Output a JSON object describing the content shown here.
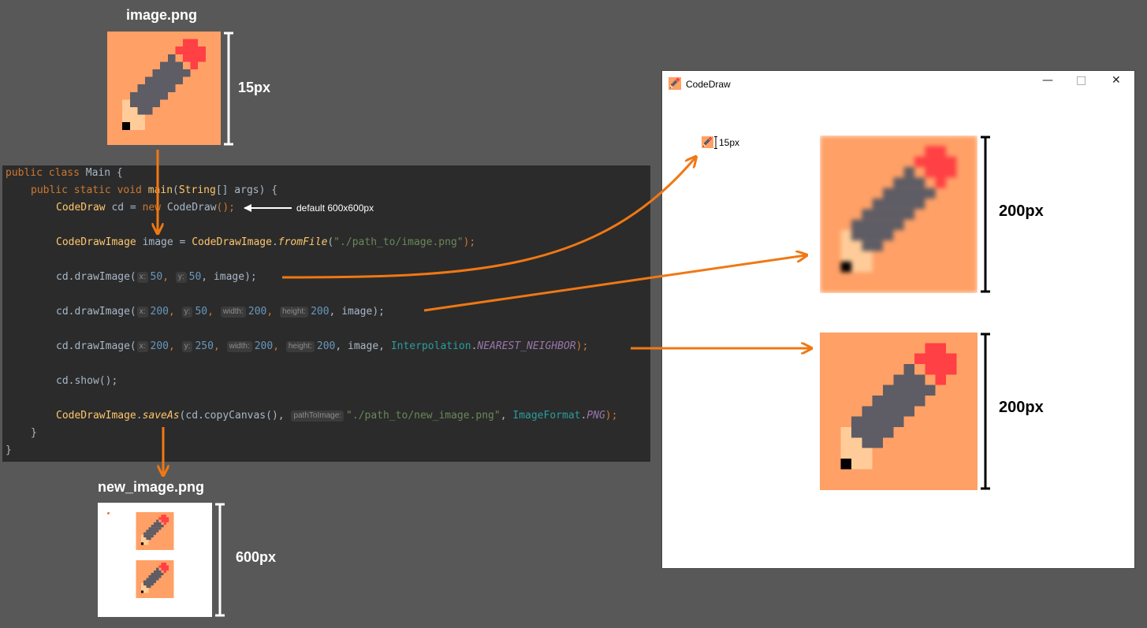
{
  "top_image": {
    "filename": "image.png",
    "size_label": "15px"
  },
  "bottom_image": {
    "filename": "new_image.png",
    "size_label": "600px"
  },
  "annotation": {
    "default_text": "default 600x600px"
  },
  "window": {
    "title": "CodeDraw",
    "controls": {
      "minimize": "—",
      "maximize": "□",
      "close": "✕"
    },
    "small_label": "15px",
    "scaled1_label": "200px",
    "scaled2_label": "200px"
  },
  "code": {
    "l1": {
      "kw1": "public class ",
      "name": "Main",
      "rest": " {"
    },
    "l2": {
      "kw": "public static void ",
      "name": "main",
      "rest": "(",
      "type": "String",
      "rest2": "[] args) {"
    },
    "l3": {
      "t1": "CodeDraw",
      "t2": " cd = ",
      "kw": "new ",
      "t3": "CodeDraw",
      "t4": "();"
    },
    "l4": {
      "t1": "CodeDrawImage",
      "t2": " image = ",
      "t3": "CodeDrawImage",
      "t4": ".",
      "m": "fromFile",
      "t5": "(",
      "s": "\"./path_to/image.png\"",
      "t6": ");"
    },
    "l5": {
      "t1": "cd.drawImage(",
      "h1": "x:",
      "n1": "50",
      "c1": ",",
      "h2": "y:",
      "n2": "50",
      "t2": ", image);"
    },
    "l6": {
      "t1": "cd.drawImage(",
      "h1": "x:",
      "n1": "200",
      "c1": ",",
      "h2": "y:",
      "n2": "50",
      "c2": ",",
      "h3": "width:",
      "n3": "200",
      "c3": ",",
      "h4": "height:",
      "n4": "200",
      "t2": ", image);"
    },
    "l7": {
      "t1": "cd.drawImage(",
      "h1": "x:",
      "n1": "200",
      "c1": ",",
      "h2": "y:",
      "n2": "250",
      "c2": ",",
      "h3": "width:",
      "n3": "200",
      "c3": ",",
      "h4": "height:",
      "n4": "200",
      "t2": ", image, ",
      "cls": "Interpolation",
      "dot": ".",
      "st": "NEAREST_NEIGHBOR",
      "t3": ");"
    },
    "l8": {
      "t1": "cd.show();"
    },
    "l9": {
      "t1": "CodeDrawImage",
      "t2": ".",
      "m": "saveAs",
      "t3": "(cd.copyCanvas(),",
      "h1": "pathToImage:",
      "s": "\"./path_to/new_image.png\"",
      "t4": ", ",
      "cls": "ImageFormat",
      "dot": ".",
      "st": "PNG",
      "t5": ");"
    },
    "l10": "}",
    "l11": "}"
  },
  "colors": {
    "arrow": "#f07814",
    "background": "#585858",
    "editor": "#2b2b2b",
    "pencil_bg": "#ffa066",
    "pencil_body": "#5e5c64",
    "eraser": "#ff4044",
    "tip": "#ffcc99"
  }
}
